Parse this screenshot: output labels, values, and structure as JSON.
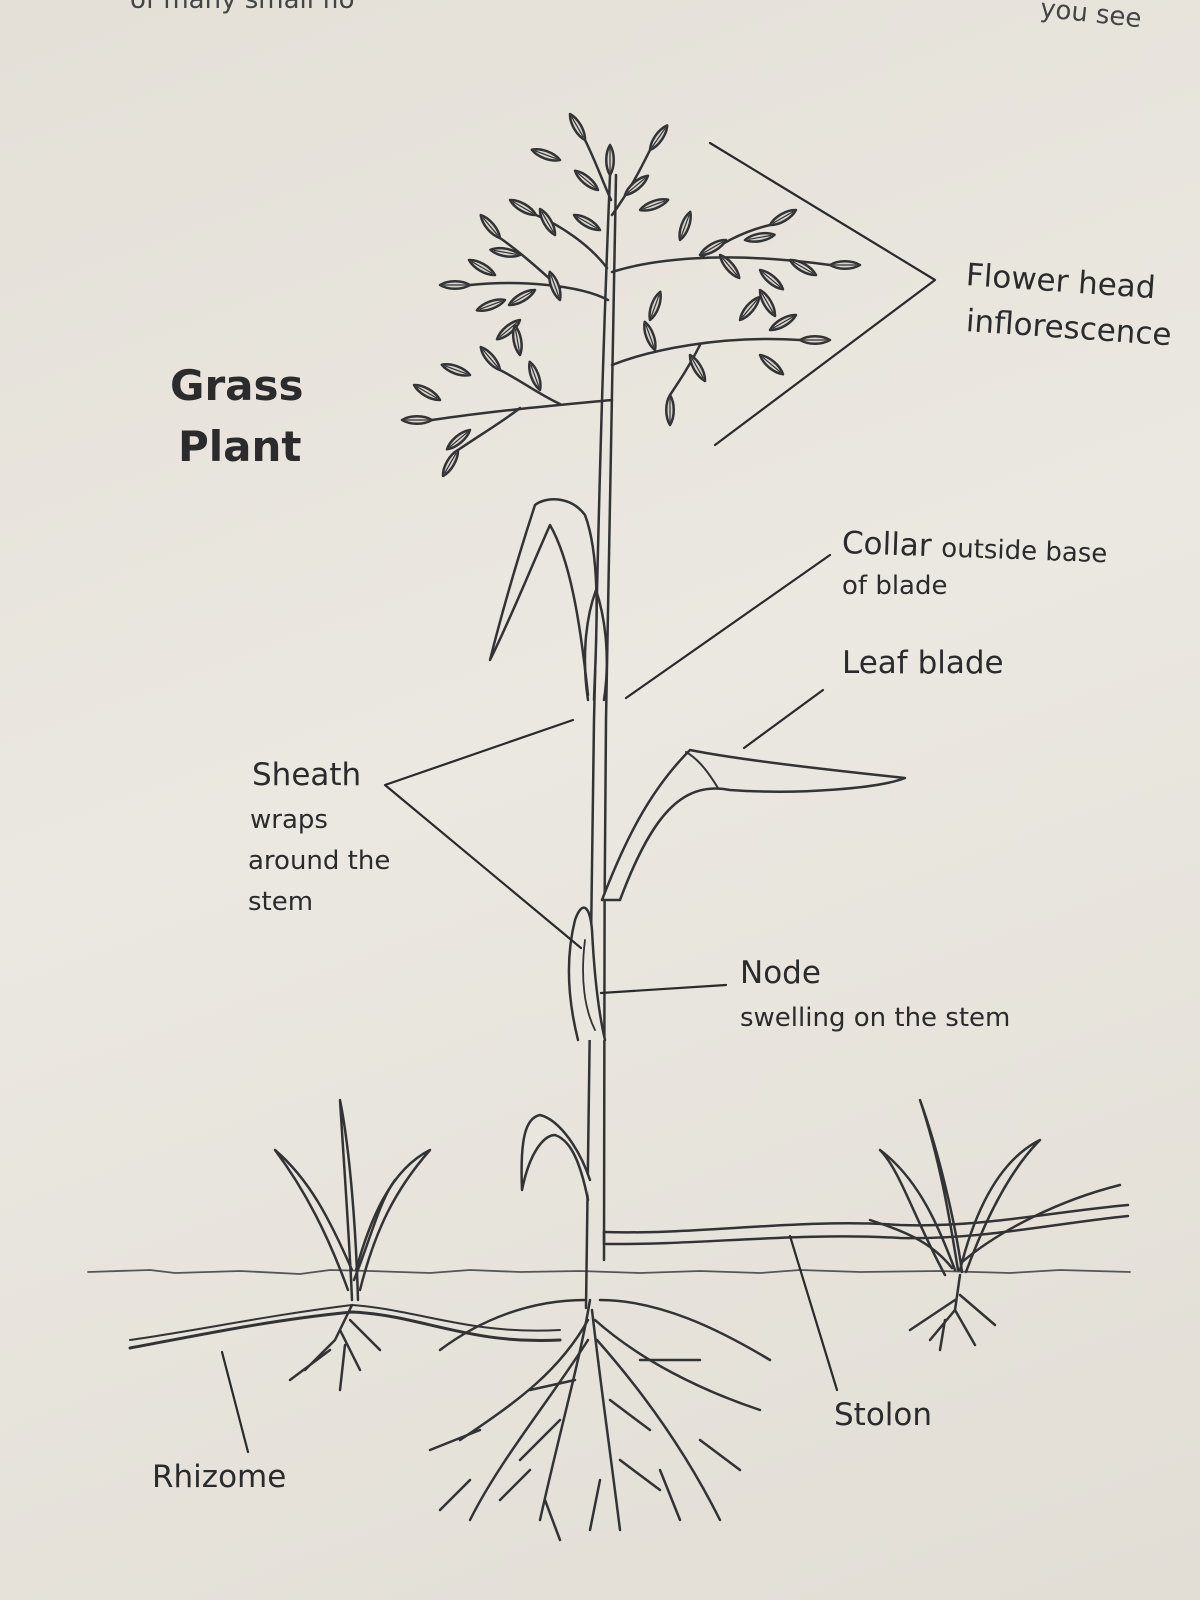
{
  "page_fragment": {
    "top_left": "of many small flo",
    "top_right": "you see"
  },
  "title": {
    "line1": "Grass",
    "line2": "Plant"
  },
  "labels": {
    "flower_head": "Flower head",
    "inflorescence": "inflorescence",
    "collar_main": "Collar",
    "collar_rest": "outside base",
    "collar_line2": "of blade",
    "leaf_blade": "Leaf blade",
    "sheath": "Sheath",
    "sheath_line2": "wraps",
    "sheath_line3": "around the",
    "sheath_line4": "stem",
    "node": "Node",
    "node_desc": "swelling on the stem",
    "stolon": "Stolon",
    "rhizome": "Rhizome"
  }
}
